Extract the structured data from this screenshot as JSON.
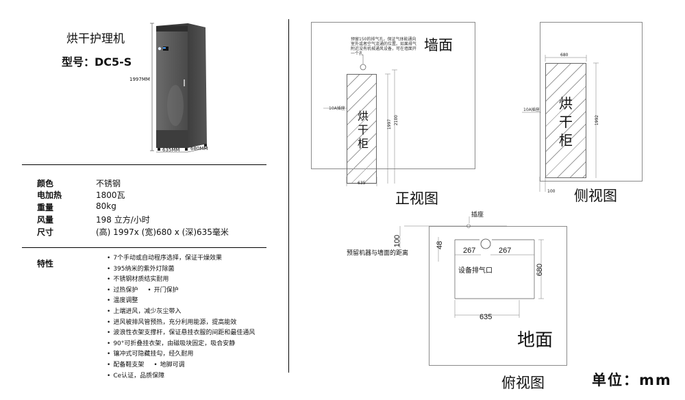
{
  "product": {
    "name": "烘干护理机",
    "model": "型号：DC5-S",
    "dim_height": "1997MM",
    "dim_depth": "635MM",
    "dim_width": "680MM"
  },
  "specs": [
    {
      "label": "颜色",
      "value": "不锈钢"
    },
    {
      "label": "电加热",
      "value": "1800瓦"
    },
    {
      "label": "重量",
      "value": "80kg"
    },
    {
      "label": "风量",
      "value": "198 立方/小时"
    },
    {
      "label": "尺寸",
      "value": "(高) 1997x (宽)680 x (深)635毫米"
    }
  ],
  "features": {
    "label": "特性",
    "items": [
      "7个手动或自动程序选择，保证干燥效果",
      "395纳米的紫外灯除菌",
      "不锈钢材质结实耐用",
      "过热保护",
      "温度调整",
      "上端进风，减少灰尘带入",
      "进风被排风管预热，充分利用能源，提高能效",
      "波浪性衣架支撑杆，保证悬挂衣服的间距和最佳通风",
      "90°可折叠挂衣架，由磁吸块固定，吸合安静",
      "镶冲式可隐藏挂勾，经久耐用",
      "配备鞋支架",
      "Ce认证，品质保障"
    ],
    "inline": [
      "开门保护",
      "地脚可调"
    ]
  },
  "front_view": {
    "wall_label": "墙面",
    "note": "预留150的排气孔，保证气体能通向室外或者空气流通的位置。如果排气附近没有机械通风设备，可在墙面开一个孔",
    "outlet_label": "10A插座",
    "cabinet": [
      "烘",
      "干",
      "柜"
    ],
    "dim_height": "1997",
    "dim_total": "2100",
    "dim_width": "635",
    "view_label": "正视图"
  },
  "side_view": {
    "dim_width": "680",
    "outlet_label": "10A插座",
    "cabinet": [
      "烘",
      "干",
      "柜"
    ],
    "dim_height": "1992",
    "dim_gap": "100",
    "view_label": "侧视图"
  },
  "top_view": {
    "socket_label": "插座",
    "distance_label": "预留机器与墙面的距离",
    "dim_wall": "100",
    "dim_48": "48",
    "dim_left": "267",
    "dim_right": "267",
    "exhaust_label": "设备排气口",
    "dim_depth": "680",
    "dim_width": "635",
    "floor_label": "地面",
    "view_label": "俯视图"
  },
  "unit_label": "单位：mm"
}
